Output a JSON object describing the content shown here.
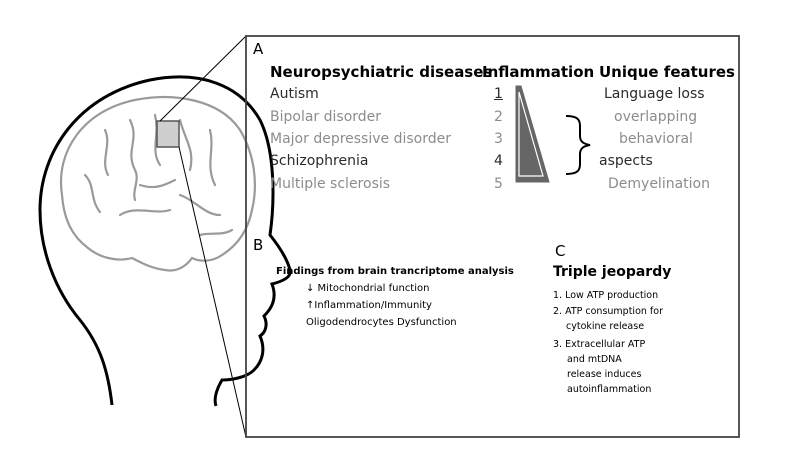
{
  "panelA": {
    "letter": "A",
    "headers": {
      "diseases": "Neuropsychiatric diseases",
      "inflammation": "Inflammation",
      "features": "Unique features"
    },
    "rows": [
      {
        "disease": "Autism",
        "rank": "1",
        "feature": "Language loss"
      },
      {
        "disease": "Bipolar disorder",
        "rank": "2",
        "feature": "overlapping"
      },
      {
        "disease": "Major depressive disorder",
        "rank": "3",
        "feature": "behavioral"
      },
      {
        "disease": "Schizophrenia",
        "rank": "4",
        "feature": "aspects"
      },
      {
        "disease": "Multiple sclerosis",
        "rank": "5",
        "feature": "Demyelination"
      }
    ]
  },
  "panelB": {
    "letter": "B",
    "title": "Findings from brain trancriptome analysis",
    "items": [
      "↓ Mitochondrial function",
      "↑Inflammation/Immunity",
      "Oligodendrocytes Dysfunction"
    ]
  },
  "panelC": {
    "letter": "C",
    "title": "Triple jeopardy",
    "items": [
      "1. Low ATP production",
      "2. ATP consumption for",
      "cytokine release",
      "3. Extracellular ATP",
      "and mtDNA",
      "release induces",
      "autoinflammation"
    ]
  },
  "colors": {
    "wedge": "#666666",
    "grey_text": "#8c8c8c",
    "dark_text": "#2b2b2b",
    "brain_outline": "#9a9a9a"
  }
}
